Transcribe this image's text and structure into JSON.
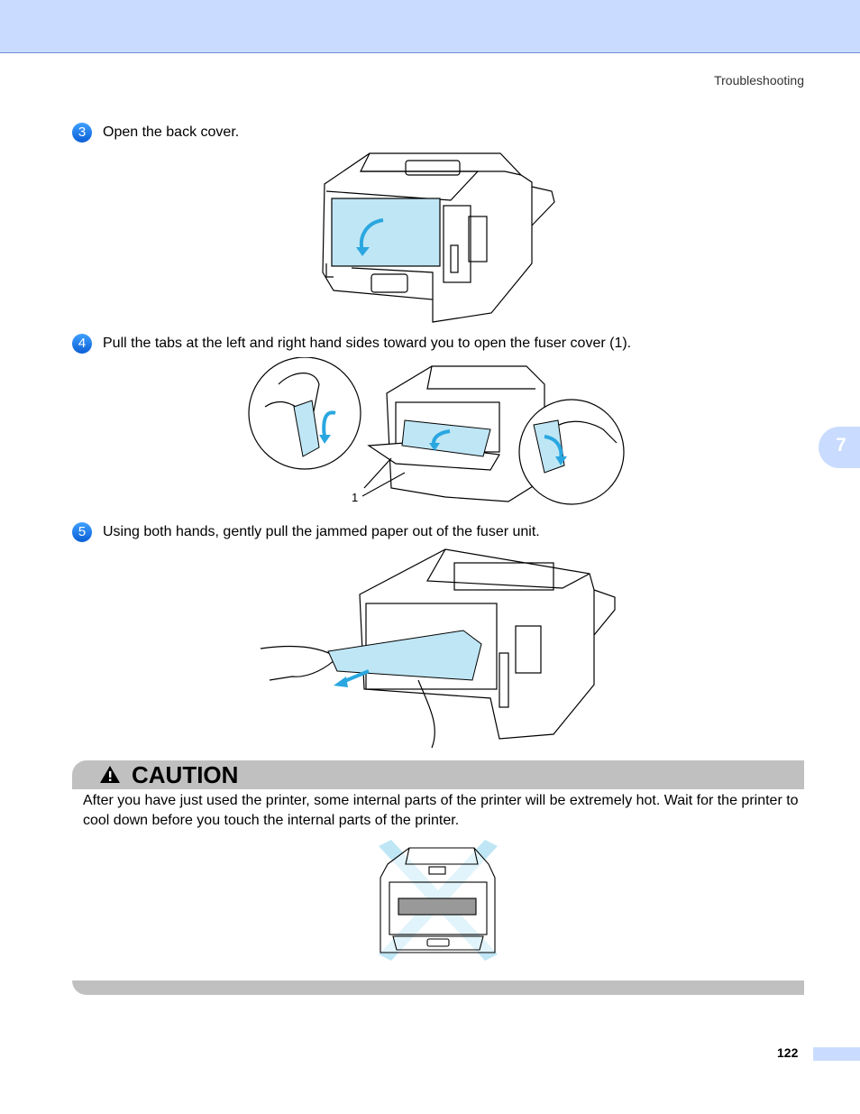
{
  "header": {
    "section": "Troubleshooting",
    "chapter_tab": "7"
  },
  "steps": [
    {
      "number": "3",
      "text": "Open the back cover."
    },
    {
      "number": "4",
      "text": "Pull the tabs at the left and right hand sides toward you to open the fuser cover (1)."
    },
    {
      "number": "5",
      "text": "Using both hands, gently pull the jammed paper out of the fuser unit."
    }
  ],
  "figure2": {
    "callout": "1"
  },
  "caution": {
    "title": "CAUTION",
    "text": "After you have just used the printer, some internal parts of the printer will be extremely hot. Wait for the printer to cool down before you touch the internal parts of the printer."
  },
  "footer": {
    "page_number": "122"
  },
  "colors": {
    "accent": "#c9dcff",
    "arrow": "#2aa7e0",
    "cyan_fill": "#bfe6f5",
    "caution_bar": "#c0c0c0"
  }
}
